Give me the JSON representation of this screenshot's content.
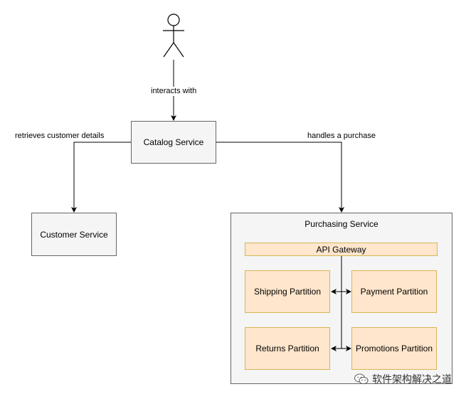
{
  "nodes": {
    "catalog_service": "Catalog Service",
    "customer_service": "Customer Service",
    "purchasing_service": "Purchasing Service",
    "api_gateway": "API Gateway",
    "shipping_partition": "Shipping Partition",
    "payment_partition": "Payment Partition",
    "returns_partition": "Returns Partition",
    "promotions_partition": "Promotions Partition"
  },
  "edges": {
    "interacts_with": "interacts with",
    "retrieves_customer_details": "retrieves customer details",
    "handles_a_purchase": "handles a purchase"
  },
  "watermark": {
    "text": "软件架构解决之道"
  },
  "colors": {
    "service_fill": "#f5f5f5",
    "service_stroke": "#666666",
    "partition_fill": "#ffe6cc",
    "partition_stroke": "#d6b656"
  }
}
